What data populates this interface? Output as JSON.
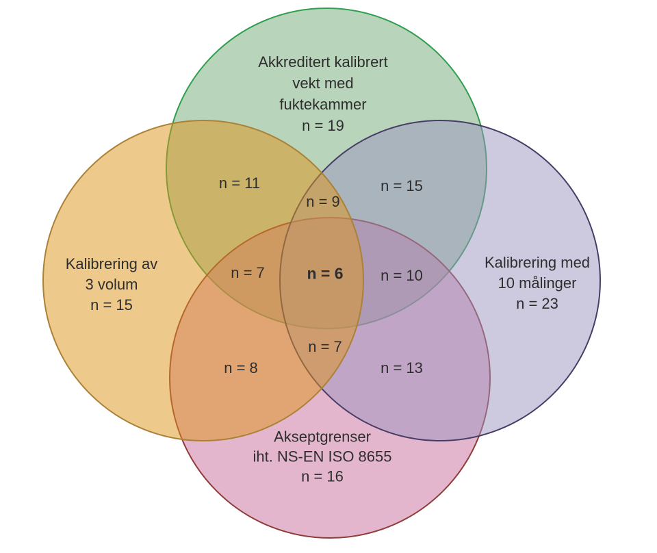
{
  "diagram": {
    "type": "venn-4-set",
    "background_color": "#ffffff",
    "text_color": "#2e2e2e",
    "sets": {
      "top": {
        "line1": "Akkreditert kalibrert",
        "line2": "vekt med",
        "line3": "fuktekammer",
        "count_label": "n = 19",
        "n": 19,
        "fill": "#71a975",
        "stroke": "#2f9e4e"
      },
      "left": {
        "line1": "Kalibrering av",
        "line2": "3 volum",
        "count_label": "n = 15",
        "n": 15,
        "fill": "#dd9319",
        "stroke": "#aa8136"
      },
      "right": {
        "line1": "Kalibrering med",
        "line2": "10 målinger",
        "count_label": "n = 23",
        "n": 23,
        "fill": "#9b93bf",
        "stroke": "#473d66"
      },
      "bottom": {
        "line1": "Akseptgrenser",
        "line2": "iht. NS-EN ISO 8655",
        "count_label": "n = 16",
        "n": 16,
        "fill": "#c96d9b",
        "stroke": "#8e3d3a"
      }
    },
    "overlaps": {
      "top_left": {
        "between": "top + left",
        "label": "n = 11",
        "n": 11
      },
      "top_right": {
        "between": "top + right",
        "label": "n = 15",
        "n": 15
      },
      "top_center": {
        "between": "top + left + right",
        "label": "n = 9",
        "n": 9
      },
      "mid_left": {
        "between": "top + left + bottom",
        "label": "n = 7",
        "n": 7
      },
      "center": {
        "between": "top + left + right + bottom",
        "label": "n = 6",
        "n": 6
      },
      "mid_right": {
        "between": "top + right + bottom",
        "label": "n = 10",
        "n": 10
      },
      "bottom_center": {
        "between": "left + right + bottom",
        "label": "n = 7",
        "n": 7
      },
      "bottom_left": {
        "between": "left + bottom",
        "label": "n = 8",
        "n": 8
      },
      "bottom_right": {
        "between": "right + bottom",
        "label": "n = 13",
        "n": 13
      }
    }
  }
}
